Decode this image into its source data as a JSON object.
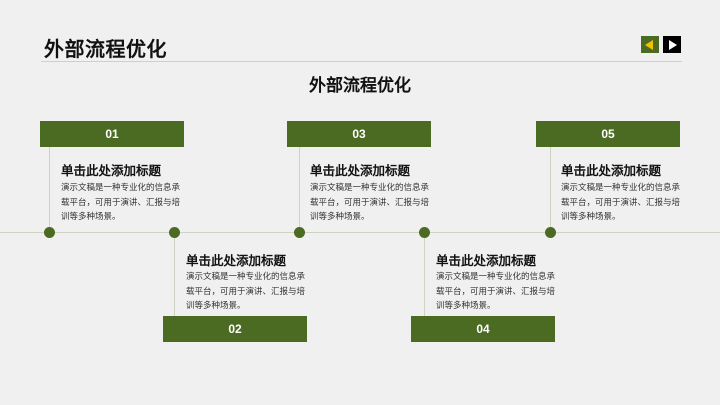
{
  "header": {
    "title": "外部流程优化",
    "nav": {
      "prev_icon": "triangle-left-icon",
      "next_icon": "triangle-right-icon"
    }
  },
  "subtitle": "外部流程优化",
  "colors": {
    "accent_green": "#4b6b22",
    "prev_arrow": "#f2c200",
    "background": "#f0f0f0",
    "timeline": "#cfd3c4"
  },
  "steps": [
    {
      "number": "01",
      "title": "单击此处添加标题",
      "description": "演示文稿是一种专业化的信息承载平台，可用于演讲、汇报与培训等多种场景。"
    },
    {
      "number": "02",
      "title": "单击此处添加标题",
      "description": "演示文稿是一种专业化的信息承载平台，可用于演讲、汇报与培训等多种场景。"
    },
    {
      "number": "03",
      "title": "单击此处添加标题",
      "description": "演示文稿是一种专业化的信息承载平台，可用于演讲、汇报与培训等多种场景。"
    },
    {
      "number": "04",
      "title": "单击此处添加标题",
      "description": "演示文稿是一种专业化的信息承载平台，可用于演讲、汇报与培训等多种场景。"
    },
    {
      "number": "05",
      "title": "单击此处添加标题",
      "description": "演示文稿是一种专业化的信息承载平台，可用于演讲、汇报与培训等多种场景。"
    }
  ]
}
